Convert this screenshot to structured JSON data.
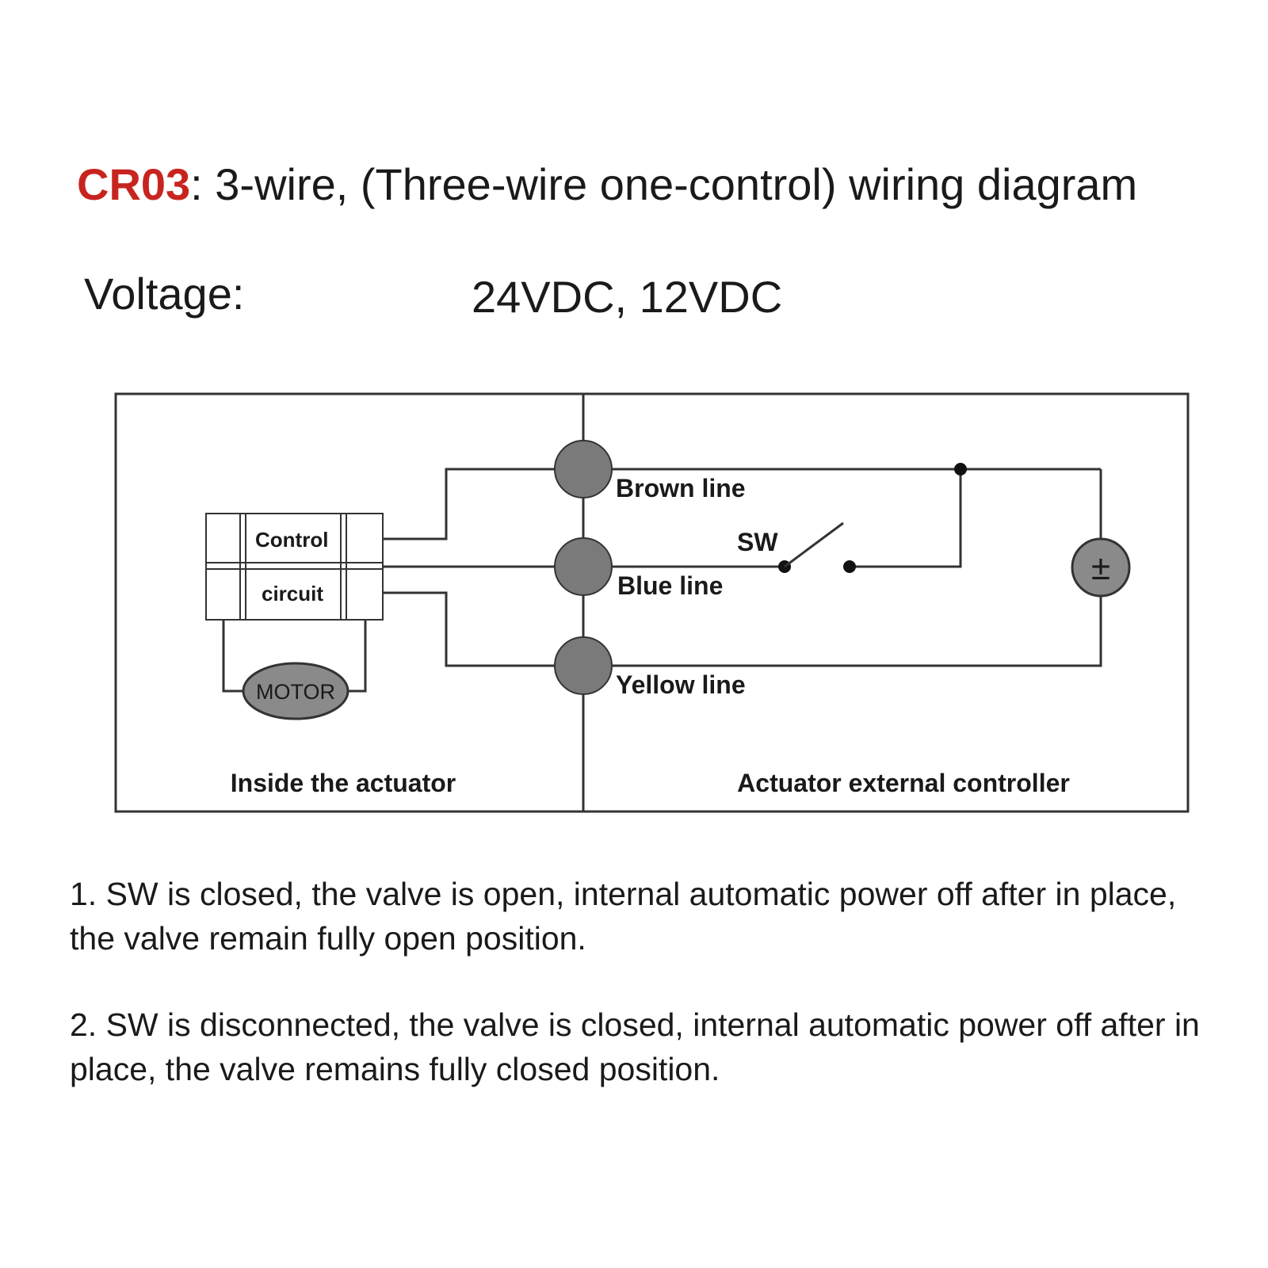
{
  "header": {
    "model": "CR03",
    "title_rest": ": 3-wire, (Three-wire one-control) wiring diagram"
  },
  "voltage": {
    "label": "Voltage:",
    "value": "24VDC, 12VDC"
  },
  "diagram": {
    "control_label": "Control",
    "circuit_label": "circuit",
    "motor_label": "MOTOR",
    "brown_line": "Brown line",
    "blue_line": "Blue line",
    "yellow_line": "Yellow line",
    "switch_label": "SW",
    "power_symbol": "±",
    "inside_label": "Inside the actuator",
    "external_label": "Actuator external controller"
  },
  "notes": [
    "1. SW is closed, the valve is open, internal automatic power off after in place, the valve remain fully open position.",
    "2. SW is disconnected, the valve is closed, internal automatic power off after in place, the valve remains fully closed position."
  ],
  "colors": {
    "model": "#c8241f",
    "terminal": "#7a7a7a",
    "line": "#3a3a3a"
  }
}
